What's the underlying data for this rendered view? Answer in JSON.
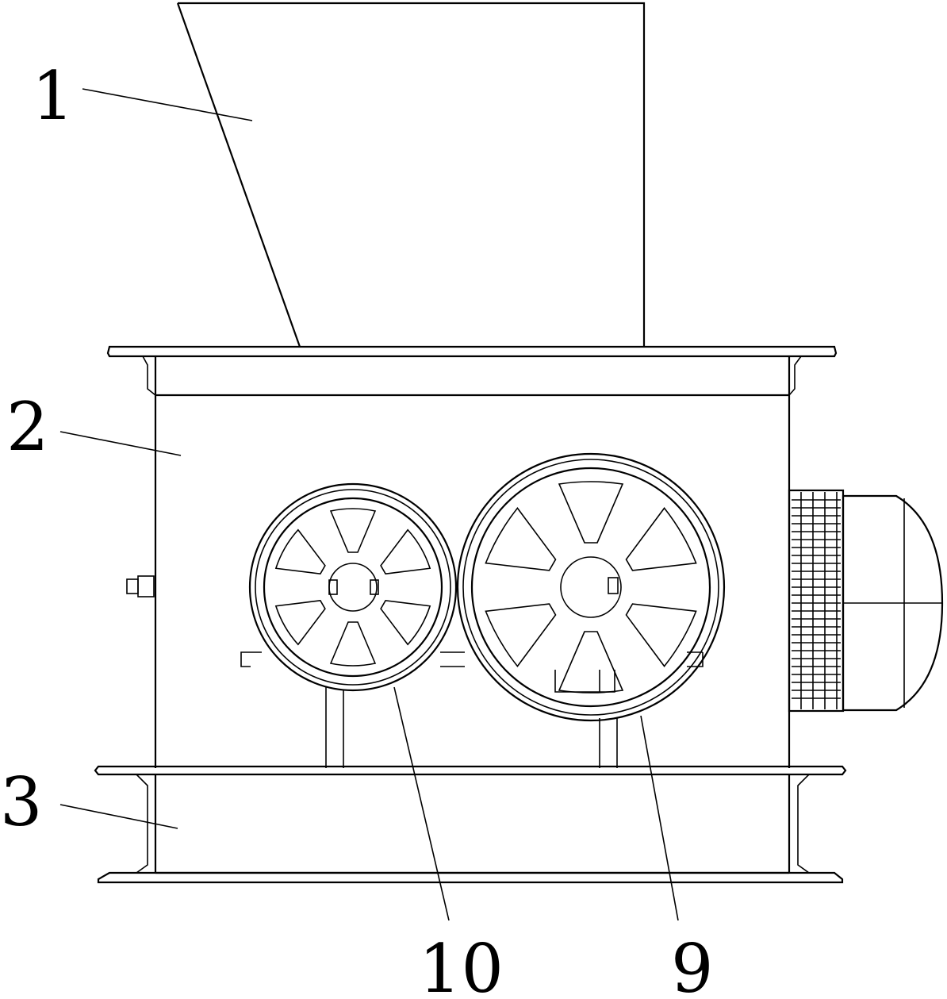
{
  "figure": {
    "labels": {
      "hopper": "1",
      "housing": "2",
      "base": "3",
      "large_wheel": "9",
      "small_wheel": "10"
    }
  }
}
